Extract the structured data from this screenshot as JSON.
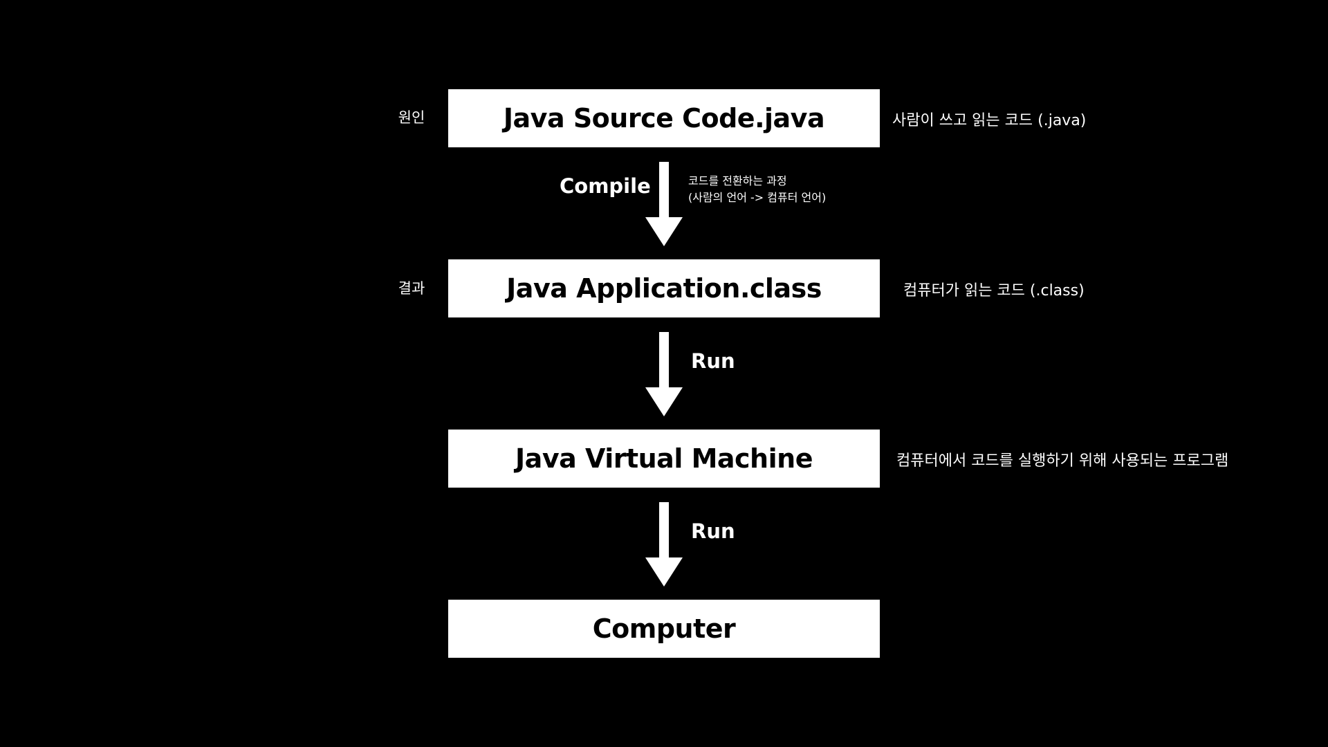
{
  "colors": {
    "background": "#000000",
    "box_fill": "#ffffff",
    "box_text": "#000000",
    "text": "#ffffff",
    "arrow": "#ffffff"
  },
  "boxes": [
    {
      "label": "Java Source Code.java"
    },
    {
      "label": "Java Application.class"
    },
    {
      "label": "Java Virtual Machine"
    },
    {
      "label": "Computer"
    }
  ],
  "left_labels": {
    "cause": "원인",
    "result": "결과"
  },
  "right_notes": {
    "source": "사람이 쓰고 읽는 코드 (.java)",
    "class": "컴퓨터가 읽는 코드 (.class)",
    "jvm": "컴퓨터에서 코드를 실행하기 위해 사용되는 프로그램"
  },
  "arrows": [
    {
      "label": "Compile",
      "note_line1": "코드를 전환하는 과정",
      "note_line2": "(사람의 언어 -> 컴퓨터 언어)"
    },
    {
      "label": "Run"
    },
    {
      "label": "Run"
    }
  ]
}
